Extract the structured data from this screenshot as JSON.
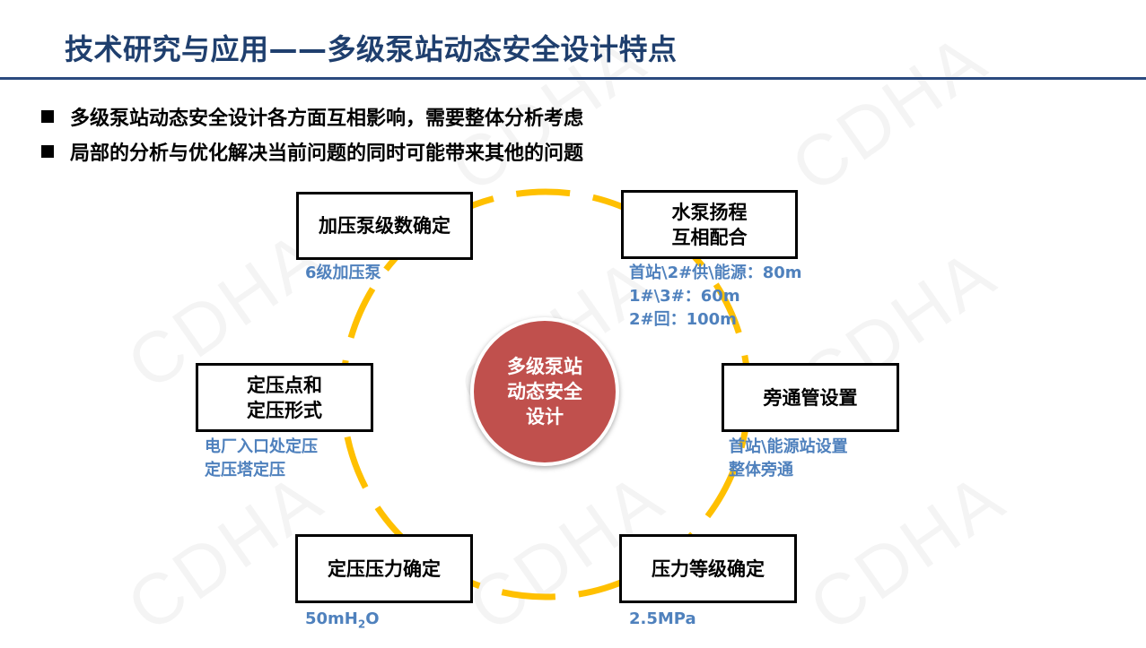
{
  "title": "技术研究与应用——多级泵站动态安全设计特点",
  "bullets": [
    "多级泵站动态安全设计各方面互相影响，需要整体分析考虑",
    "局部的分析与优化解决当前问题的同时可能带来其他的问题"
  ],
  "watermark": "CDHA",
  "center": {
    "lines": [
      "多级泵站",
      "动态安全",
      "设计"
    ]
  },
  "nodes": [
    {
      "lines": [
        "加压泵级数确定"
      ],
      "notes": [
        "6级加压泵"
      ]
    },
    {
      "lines": [
        "水泵扬程",
        "互相配合"
      ],
      "notes": [
        "首站\\2#供\\能源：80m",
        "1#\\3#：60m",
        "2#回：100m"
      ]
    },
    {
      "lines": [
        "定压点和",
        "定压形式"
      ],
      "notes": [
        "电厂入口处定压",
        "定压塔定压"
      ]
    },
    {
      "lines": [
        "旁通管设置"
      ],
      "notes": [
        "首站\\能源站设置",
        "整体旁通"
      ]
    },
    {
      "lines": [
        "定压压力确定"
      ],
      "notes": [
        "50mH",
        "2",
        "O"
      ]
    },
    {
      "lines": [
        "压力等级确定"
      ],
      "notes": [
        "2.5MPa"
      ]
    }
  ],
  "colors": {
    "title": "#1f3f6e",
    "ring": "#ffc000",
    "center": "#c0504d",
    "note": "#4f81bd"
  }
}
